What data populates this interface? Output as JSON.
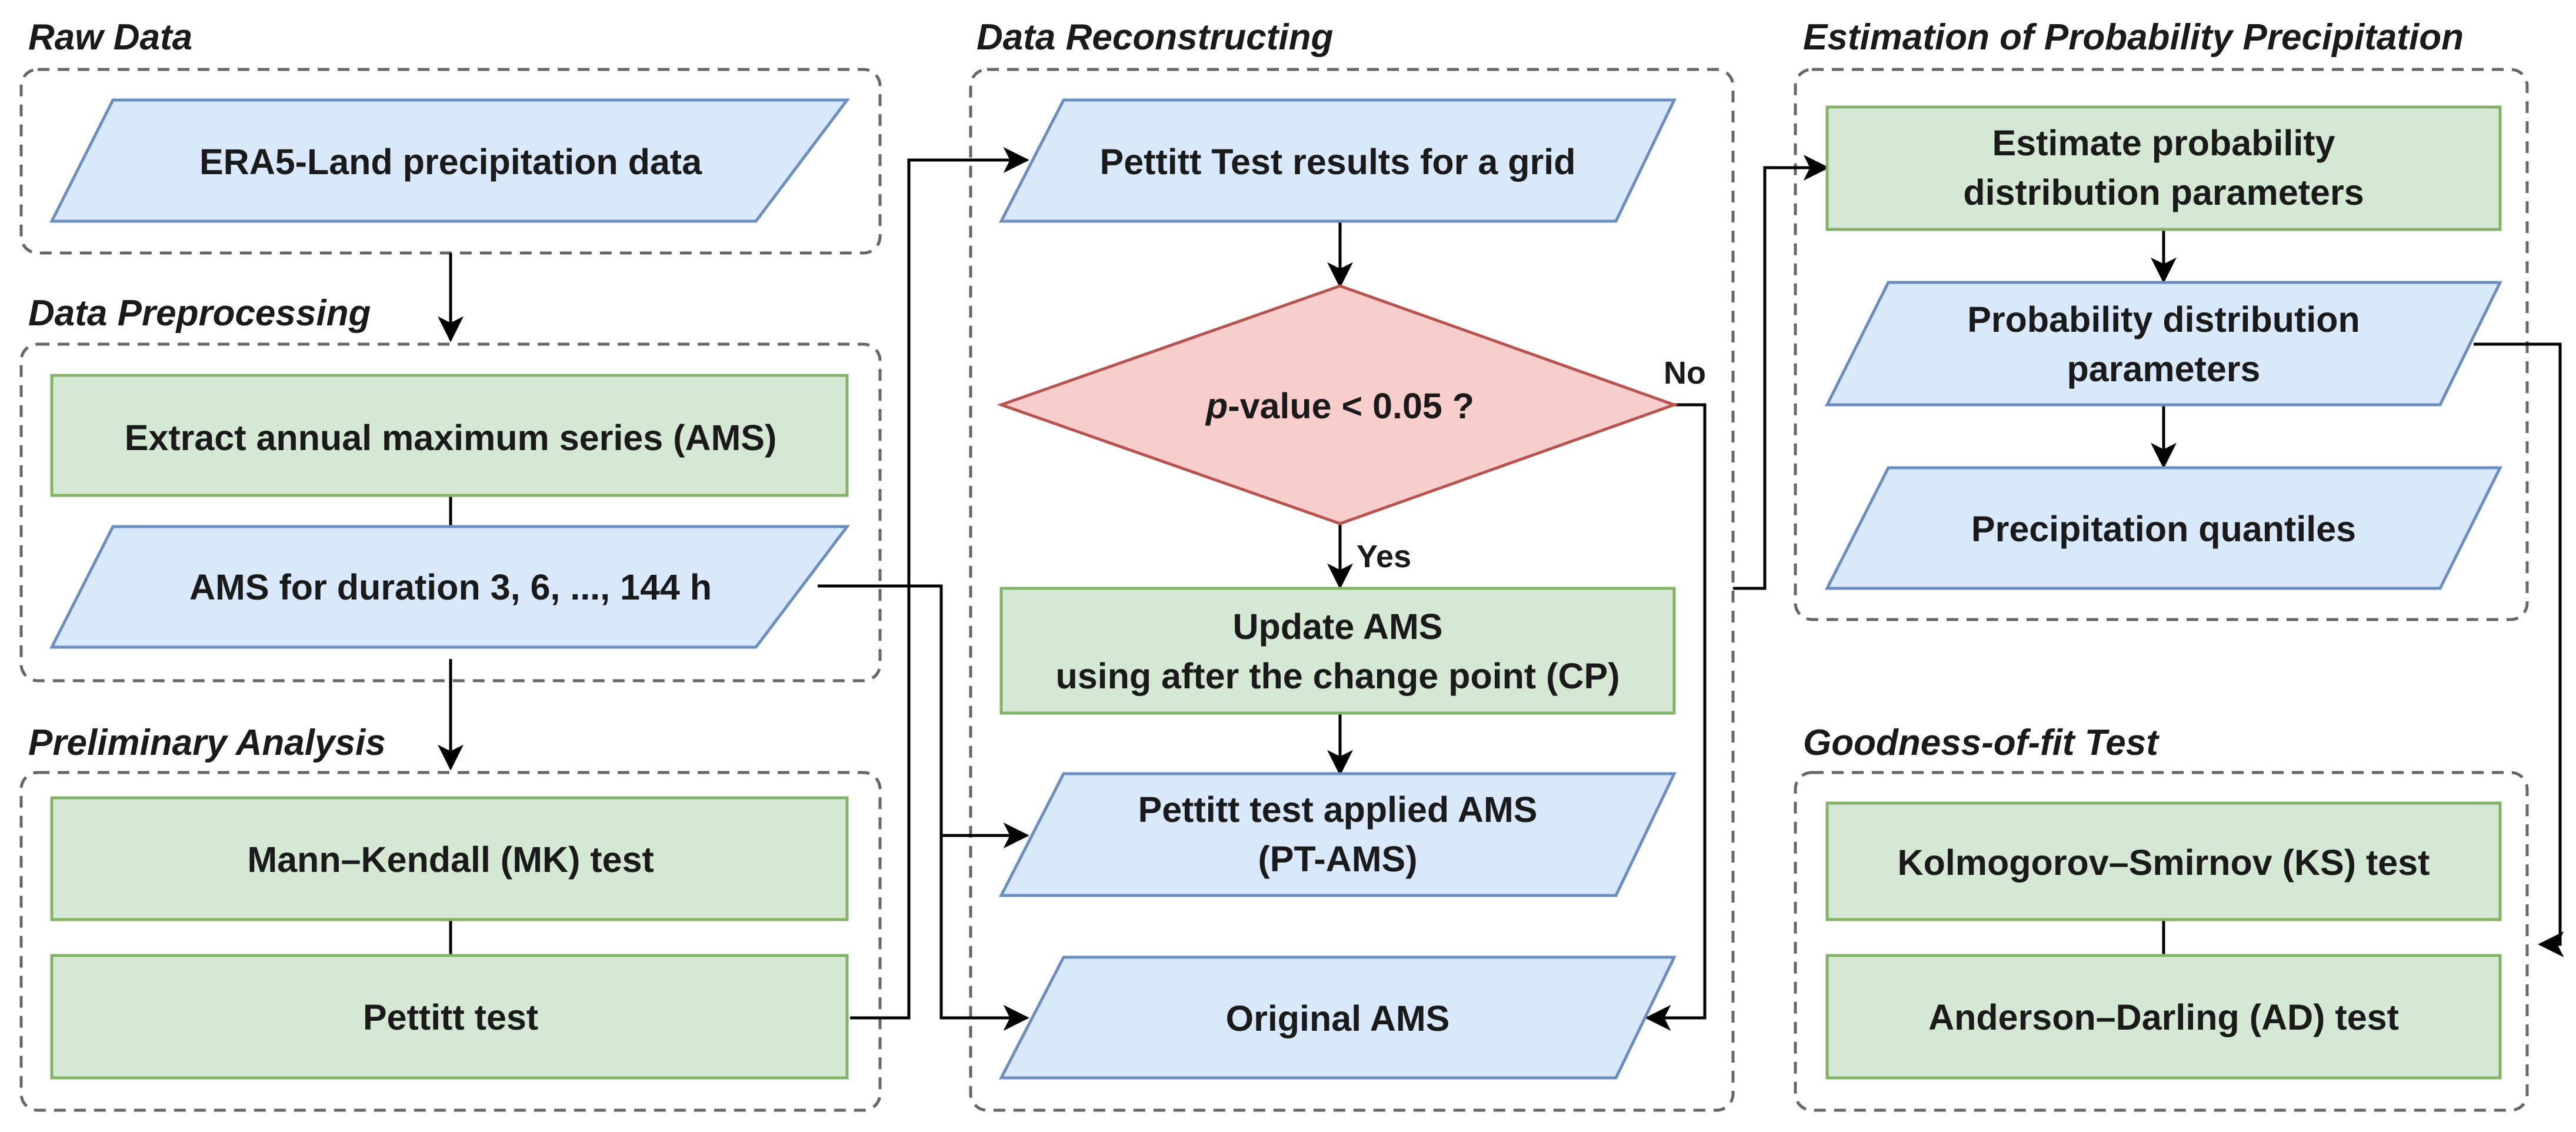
{
  "sections": {
    "raw_data": "Raw Data",
    "data_preprocessing": "Data Preprocessing",
    "preliminary_analysis": "Preliminary Analysis",
    "data_reconstructing": "Data Reconstructing",
    "estimation": "Estimation of Probability Precipitation",
    "goodness_of_fit": "Goodness-of-fit Test"
  },
  "nodes": {
    "era5": "ERA5-Land precipitation data",
    "extract_ams": "Extract annual maximum series (AMS)",
    "ams_duration": "AMS for duration 3, 6, ..., 144 h",
    "mann_kendall": "Mann–Kendall (MK) test",
    "pettitt": "Pettitt test",
    "pettitt_results": "Pettitt Test results for a grid",
    "decision": {
      "italic": "p",
      "rest": "-value < 0.05 ?"
    },
    "update_ams": {
      "line1": "Update AMS",
      "line2": "using after the change point (CP)"
    },
    "pt_ams": {
      "line1": "Pettitt test applied AMS",
      "line2": "(PT-AMS)"
    },
    "original_ams": "Original AMS",
    "estimate_params": {
      "line1": "Estimate probability",
      "line2": "distribution parameters"
    },
    "dist_params": {
      "line1": "Probability distribution",
      "line2": "parameters"
    },
    "quantiles": "Precipitation quantiles",
    "ks_test": "Kolmogorov–Smirnov (KS) test",
    "ad_test": "Anderson–Darling (AD) test"
  },
  "edge_labels": {
    "no": "No",
    "yes": "Yes"
  },
  "colors": {
    "process_fill": "#d5e8d4",
    "process_stroke": "#82b366",
    "io_fill": "#dae8fc",
    "io_stroke": "#6c8ebf",
    "decision_fill": "#f8cecc",
    "decision_stroke": "#b85450"
  }
}
